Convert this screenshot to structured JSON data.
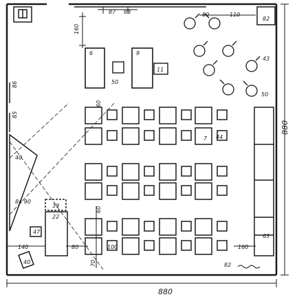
{
  "drawing": {
    "dims": {
      "width": "880",
      "depth": "880"
    },
    "labels": {
      "d87": "87",
      "d88": "88",
      "d160a": "160",
      "d80a": "80",
      "d110": "110",
      "d82a": "82",
      "d43": "43",
      "d50a": "50",
      "d86": "86",
      "d85": "85",
      "d40": "40",
      "d8490": "84\n90",
      "d39": "39",
      "d22": "22",
      "d47": "47",
      "d140": "140",
      "d80b": "80",
      "d40b": "40",
      "d63": "63",
      "d160b": "160",
      "d82b": "82",
      "d70": "70",
      "d60a": "60",
      "d60b": "60",
      "d50b": "50",
      "d100": "100",
      "n6": "6",
      "n9": "9",
      "n11": "11",
      "n7": "7",
      "n44": "44"
    }
  }
}
